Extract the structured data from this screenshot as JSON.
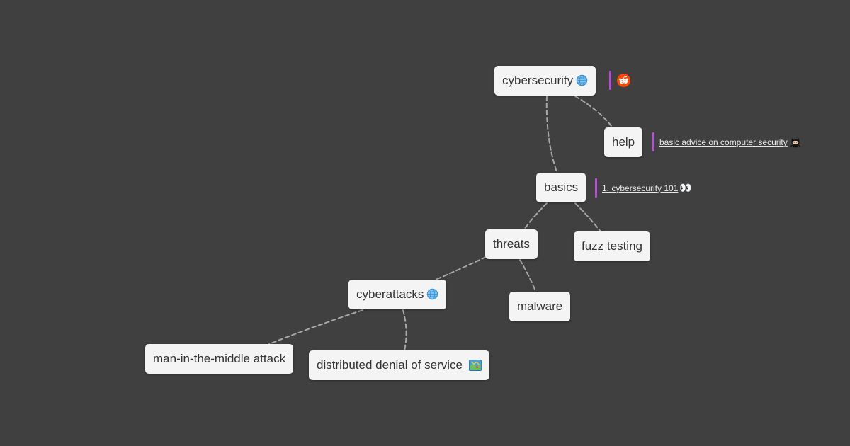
{
  "mindmap": {
    "nodes": {
      "cybersecurity": {
        "label": "cybersecurity",
        "icon": "globe-icon"
      },
      "help": {
        "label": "help"
      },
      "basics": {
        "label": "basics"
      },
      "threats": {
        "label": "threats"
      },
      "fuzz_testing": {
        "label": "fuzz testing"
      },
      "cyberattacks": {
        "label": "cyberattacks",
        "icon": "globe-icon"
      },
      "malware": {
        "label": "malware"
      },
      "mitm": {
        "label": "man-in-the-middle attack"
      },
      "ddos": {
        "label": "distributed denial of service",
        "icon": "map-icon"
      }
    },
    "edges": [
      [
        "cybersecurity",
        "help"
      ],
      [
        "cybersecurity",
        "basics"
      ],
      [
        "basics",
        "threats"
      ],
      [
        "basics",
        "fuzz_testing"
      ],
      [
        "threats",
        "cyberattacks"
      ],
      [
        "threats",
        "malware"
      ],
      [
        "cyberattacks",
        "mitm"
      ],
      [
        "cyberattacks",
        "ddos"
      ]
    ],
    "notes": {
      "cybersecurity": {
        "icon": "reddit-icon"
      },
      "help": {
        "link_text": "basic advice on computer security",
        "icon": "github-octocat-icon"
      },
      "basics": {
        "link_text": "1. cybersecurity 101",
        "icon": "eyes-icon",
        "icon_glyph": "👀"
      }
    },
    "colors": {
      "background": "#404040",
      "node": "#f4f4f4",
      "edge": "#a6a6a6",
      "note_bar": "#b44fd8",
      "reddit": "#ff4500"
    }
  }
}
